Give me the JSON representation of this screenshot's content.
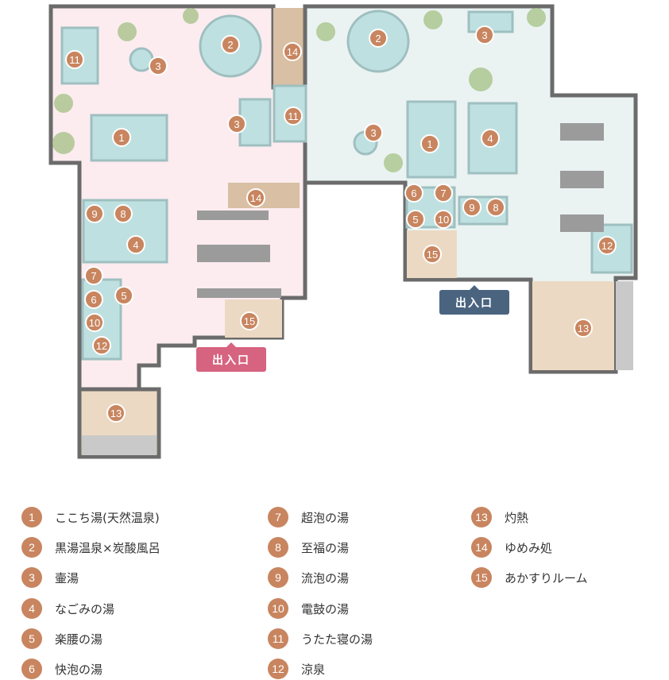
{
  "colors": {
    "marker": "#c8855f",
    "women_floor": "#fcecef",
    "men_floor": "#eaf3f2",
    "wall": "#6b6b6b",
    "pool": "#bfe0e0",
    "sauna": "#ecd9c3",
    "women_entrance": "#d6637f",
    "men_entrance": "#4a6480"
  },
  "entrances": {
    "women": "出入口",
    "men": "出入口"
  },
  "legend": [
    {
      "num": "1",
      "label": "ここち湯(天然温泉)"
    },
    {
      "num": "2",
      "label": "黒湯温泉×炭酸風呂"
    },
    {
      "num": "3",
      "label": "壷湯"
    },
    {
      "num": "4",
      "label": "なごみの湯"
    },
    {
      "num": "5",
      "label": "楽腰の湯"
    },
    {
      "num": "6",
      "label": "快泡の湯"
    },
    {
      "num": "7",
      "label": "超泡の湯"
    },
    {
      "num": "8",
      "label": "至福の湯"
    },
    {
      "num": "9",
      "label": "流泡の湯"
    },
    {
      "num": "10",
      "label": "電鼓の湯"
    },
    {
      "num": "11",
      "label": "うたた寝の湯"
    },
    {
      "num": "12",
      "label": "涼泉"
    },
    {
      "num": "13",
      "label": "灼熱"
    },
    {
      "num": "14",
      "label": "ゆめみ処"
    },
    {
      "num": "15",
      "label": "あかすりルーム"
    }
  ]
}
